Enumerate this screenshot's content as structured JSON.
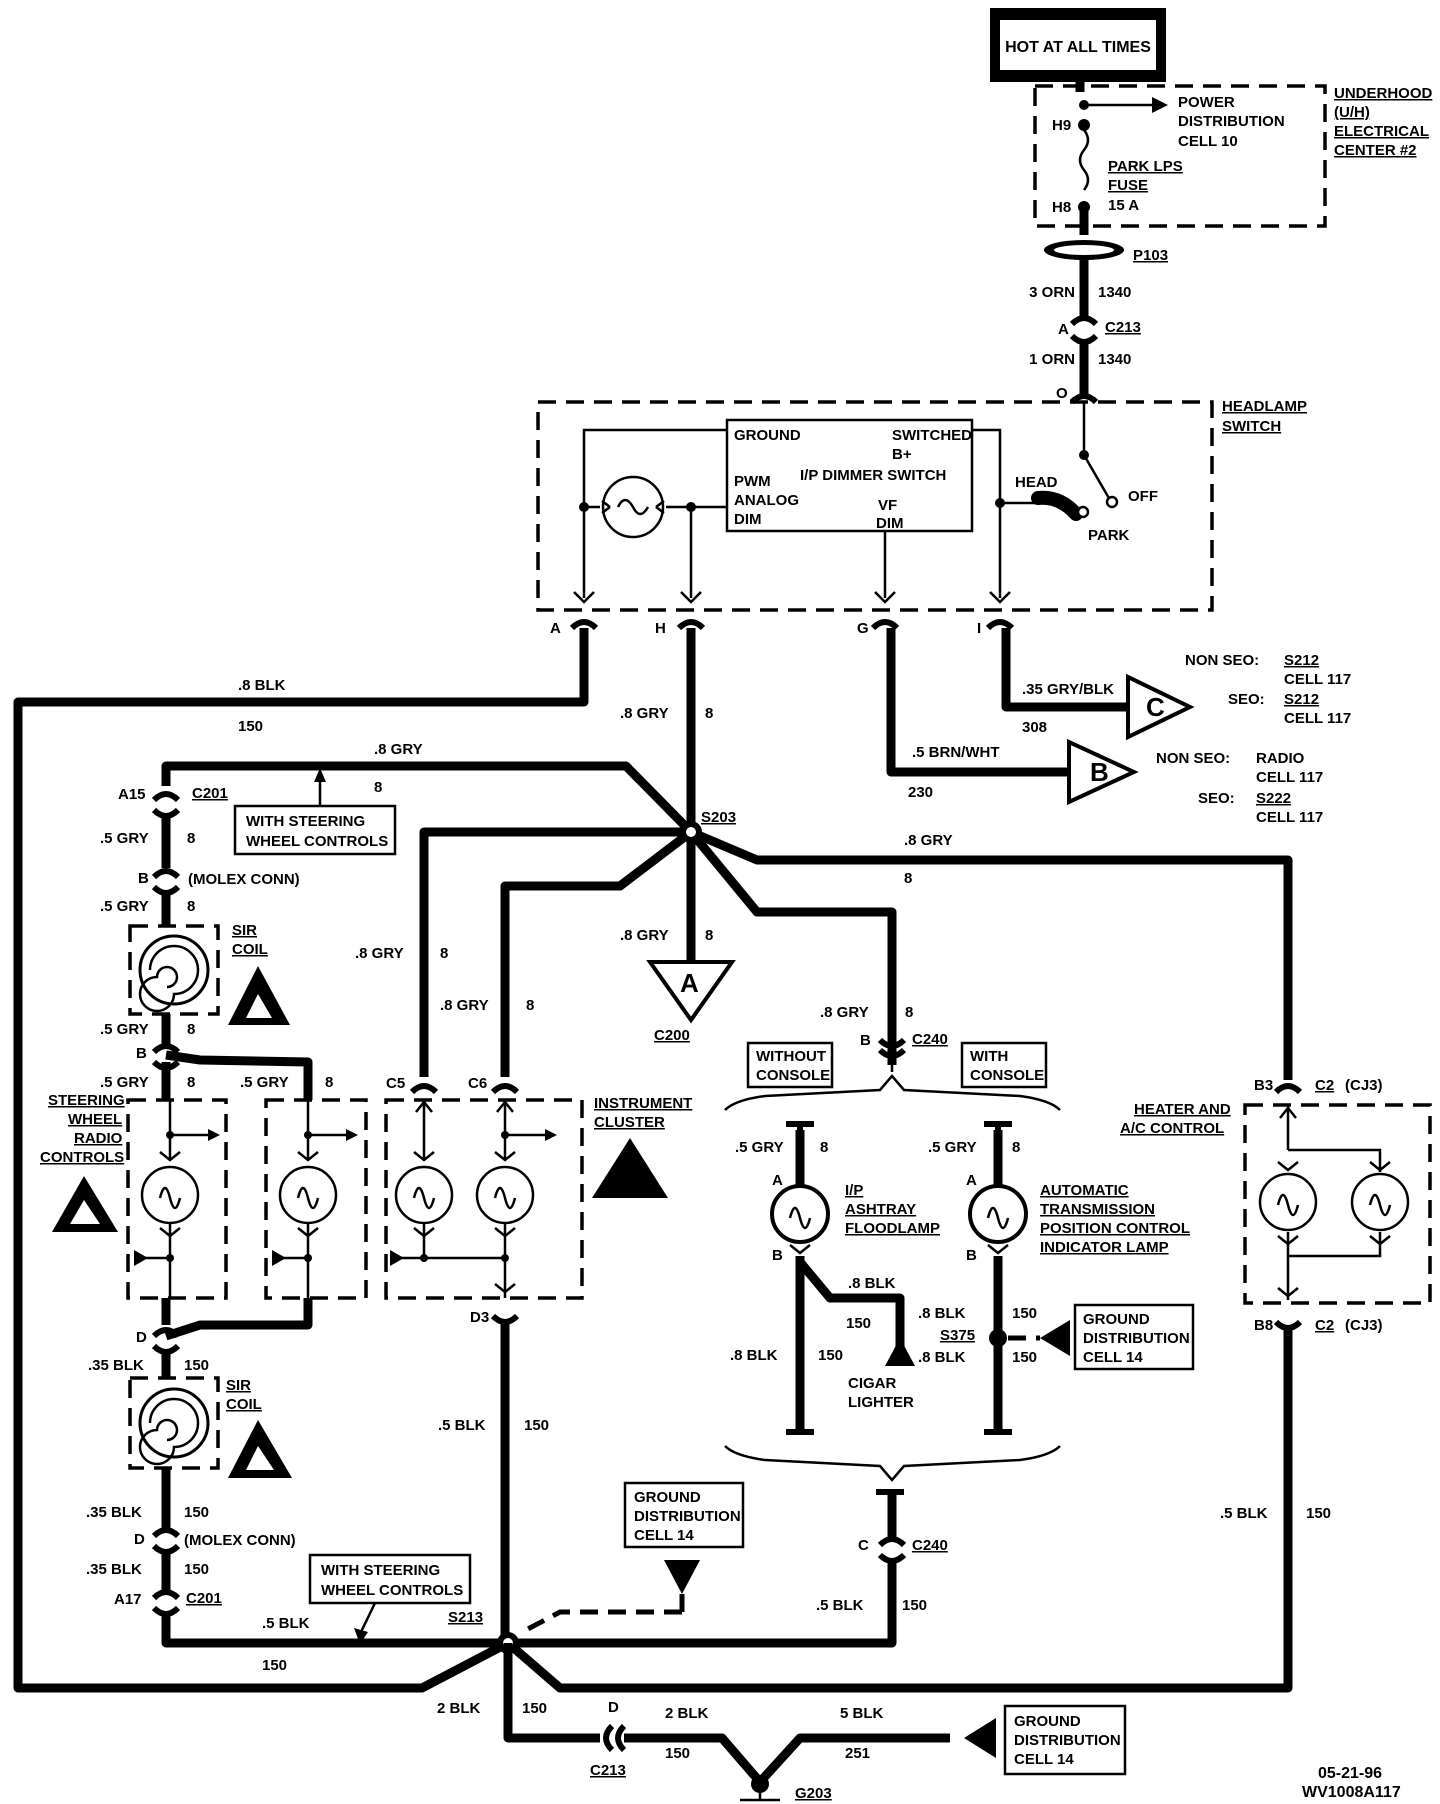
{
  "power": {
    "hot": "HOT AT ALL TIMES",
    "center": [
      "UNDERHOOD",
      "(U/H)",
      "ELECTRICAL",
      "CENTER #2"
    ],
    "pdc": [
      "POWER",
      "DISTRIBUTION",
      "CELL  10"
    ],
    "fuse": [
      "PARK LPS",
      "FUSE",
      "15  A"
    ],
    "h9": "H9",
    "h8": "H8"
  },
  "p103": "P103",
  "wire_top": {
    "a": "3 ORN",
    "a_num": "1340",
    "c213": "C213",
    "c213_pin": "A",
    "b": "1  ORN",
    "b_num": "1340",
    "o_pin": "O"
  },
  "headlamp": {
    "title": [
      "HEADLAMP",
      "SWITCH"
    ],
    "ground": "GROUND",
    "switched": [
      "SWITCHED",
      "B+"
    ],
    "dimmer": "I/P  DIMMER  SWITCH",
    "pwm": [
      "PWM",
      "ANALOG",
      "DIM"
    ],
    "vf": [
      "VF",
      "DIM"
    ],
    "head": "HEAD",
    "off": "OFF",
    "park": "PARK",
    "pins": [
      "A",
      "H",
      "G",
      "I"
    ]
  },
  "refs": {
    "c_ref": {
      "wire": ".35  GRY/BLK",
      "num": "308",
      "letter": "C",
      "l1": "NON  SEO:",
      "l1v": "S212",
      "l1c": "CELL  117",
      "l2": "SEO:",
      "l2v": "S212",
      "l2c": "CELL  117"
    },
    "b_ref": {
      "wire": ".5  BRN/WHT",
      "num": "230",
      "letter": "B",
      "l1": "NON  SEO:",
      "l1v": "RADIO",
      "l1c": "CELL  117",
      "l2": "SEO:",
      "l2v": "S222",
      "l2c": "CELL  117"
    },
    "a_ref": {
      "letter": "A",
      "conn": "C200"
    }
  },
  "wires": {
    "blk8": ".8  BLK",
    "n150": "150",
    "gry8": ".8  GRY",
    "n8": "8",
    "gry5": ".5  GRY",
    "blk35": ".35  BLK",
    "blk5": ".5  BLK",
    "blk2": "2  BLK",
    "blk5b": "5  BLK",
    "n251": "251"
  },
  "splices": {
    "s203": "S203",
    "s213": "S213",
    "s375": "S375",
    "g203": "G203"
  },
  "connectors": {
    "a15": "A15",
    "c201": "C201",
    "b_molex": "B",
    "molex": "(MOLEX  CONN)",
    "b": "B",
    "d": "D",
    "a17": "A17",
    "c5": "C5",
    "c6": "C6",
    "d3": "D3",
    "c240": "C240",
    "b3": "B3",
    "b8": "B8",
    "c2": "C2",
    "cj3": "(CJ3)",
    "c_pin": "C",
    "d_pin": "D",
    "c213": "C213"
  },
  "labels": {
    "with_steering": [
      "WITH  STEERING",
      "WHEEL  CONTROLS"
    ],
    "sir_coil": [
      "SIR",
      "COIL"
    ],
    "steering_radio": [
      "STEERING",
      "WHEEL",
      "RADIO",
      "CONTROLS"
    ],
    "instrument": [
      "INSTRUMENT",
      "CLUSTER"
    ],
    "without_console": [
      "WITHOUT",
      "CONSOLE"
    ],
    "with_console": [
      "WITH",
      "CONSOLE"
    ],
    "ashtray": [
      "I/P",
      "ASHTRAY",
      "FLOODLAMP"
    ],
    "auto_trans": [
      "AUTOMATIC",
      "TRANSMISSION",
      "POSITION  CONTROL",
      "INDICATOR  LAMP"
    ],
    "heater": [
      "HEATER  AND",
      "A/C  CONTROL"
    ],
    "cigar": [
      "CIGAR",
      "LIGHTER"
    ],
    "gnd_dist": [
      "GROUND",
      "DISTRIBUTION",
      "CELL  14"
    ]
  },
  "footer": {
    "date": "05-21-96",
    "code": "WV1008A117"
  }
}
